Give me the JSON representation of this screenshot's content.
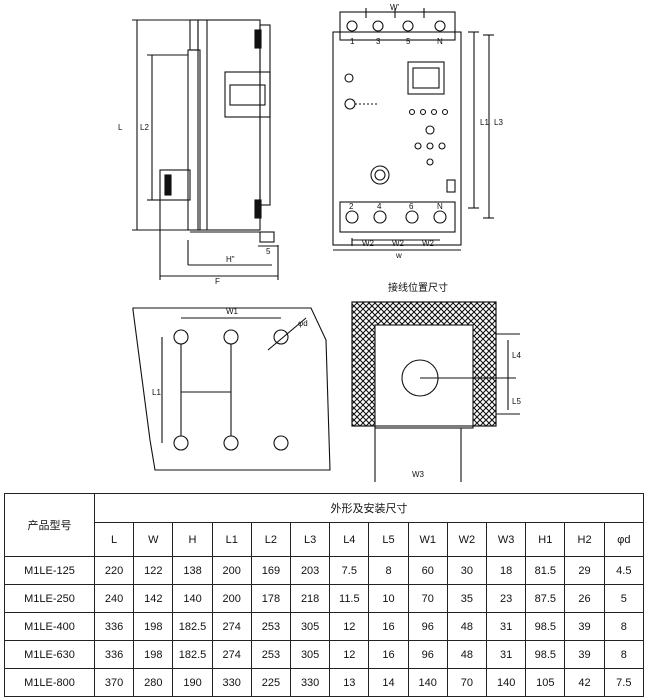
{
  "diagram": {
    "side_labels": {
      "L": "L",
      "L2": "L2",
      "H1": "H\"",
      "F": "F",
      "L5": "5"
    },
    "front_labels": {
      "W1": "W'",
      "L1": "L1",
      "L3": "L3",
      "W": "w",
      "W2a": "W2",
      "W2b": "W2",
      "W2c": "W2"
    },
    "terminal_numbers_top": [
      "1",
      "3",
      "5",
      "N"
    ],
    "terminal_numbers_bottom": [
      "2",
      "4",
      "6",
      "N"
    ],
    "mount_labels": {
      "W1": "W1",
      "d": "φd",
      "L1": "L1"
    },
    "wiring_title": "接线位置尺寸",
    "wiring_labels": {
      "L4": "L4",
      "L5": "L5",
      "W3": "W3"
    }
  },
  "table": {
    "model_header": "产品型号",
    "group_header": "外形及安装尺寸",
    "columns": [
      "L",
      "W",
      "H",
      "L1",
      "L2",
      "L3",
      "L4",
      "L5",
      "W1",
      "W2",
      "W3",
      "H1",
      "H2",
      "φd"
    ],
    "rows": [
      {
        "model": "M1LE-125",
        "values": [
          "220",
          "122",
          "138",
          "200",
          "169",
          "203",
          "7.5",
          "8",
          "60",
          "30",
          "18",
          "81.5",
          "29",
          "4.5"
        ]
      },
      {
        "model": "M1LE-250",
        "values": [
          "240",
          "142",
          "140",
          "200",
          "178",
          "218",
          "11.5",
          "10",
          "70",
          "35",
          "23",
          "87.5",
          "26",
          "5"
        ]
      },
      {
        "model": "M1LE-400",
        "values": [
          "336",
          "198",
          "182.5",
          "274",
          "253",
          "305",
          "12",
          "16",
          "96",
          "48",
          "31",
          "98.5",
          "39",
          "8"
        ]
      },
      {
        "model": "M1LE-630",
        "values": [
          "336",
          "198",
          "182.5",
          "274",
          "253",
          "305",
          "12",
          "16",
          "96",
          "48",
          "31",
          "98.5",
          "39",
          "8"
        ]
      },
      {
        "model": "M1LE-800",
        "values": [
          "370",
          "280",
          "190",
          "330",
          "225",
          "330",
          "13",
          "14",
          "140",
          "70",
          "140",
          "105",
          "42",
          "7.5"
        ]
      }
    ]
  }
}
